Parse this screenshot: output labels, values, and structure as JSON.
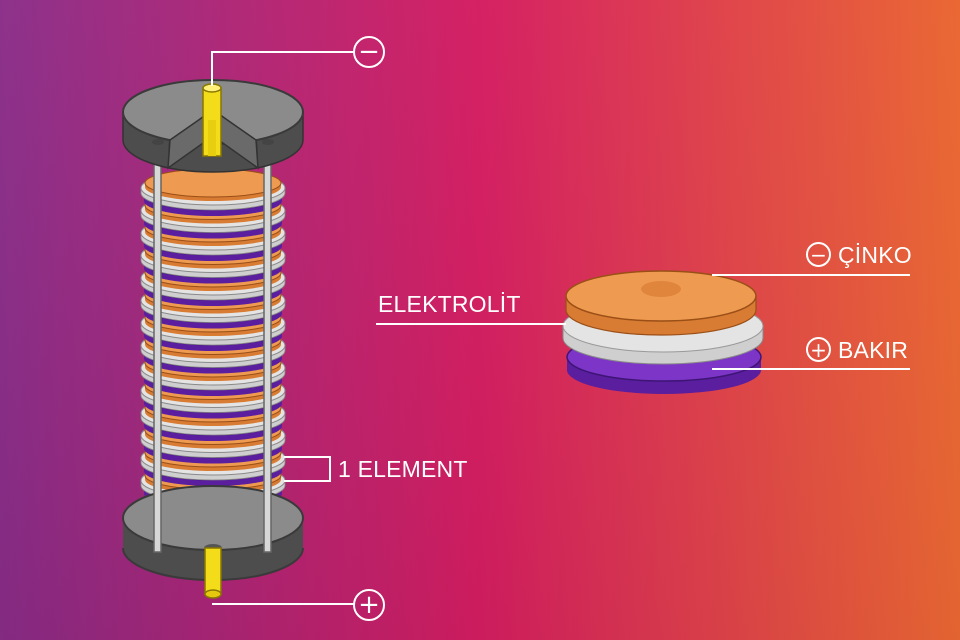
{
  "labels": {
    "negative_symbol": "−",
    "positive_symbol": "+",
    "element": "1 ELEMENT",
    "electrolyte": "ELEKTROLİT",
    "zinc": "ÇİNKO",
    "copper": "BAKIR"
  },
  "colors": {
    "background_left": "#8e2d8c",
    "background_mid": "#d6195f",
    "background_right": "#e9622c",
    "zinc_disc": "#ee9a50",
    "copper_disc": "#7d35c8",
    "electrolyte_disc": "#e4e4e4",
    "terminal": "#f3dd1a",
    "metal_plate": "#7a7a7a"
  },
  "icons": {
    "negative": "minus-circle-icon",
    "positive": "plus-circle-icon"
  }
}
